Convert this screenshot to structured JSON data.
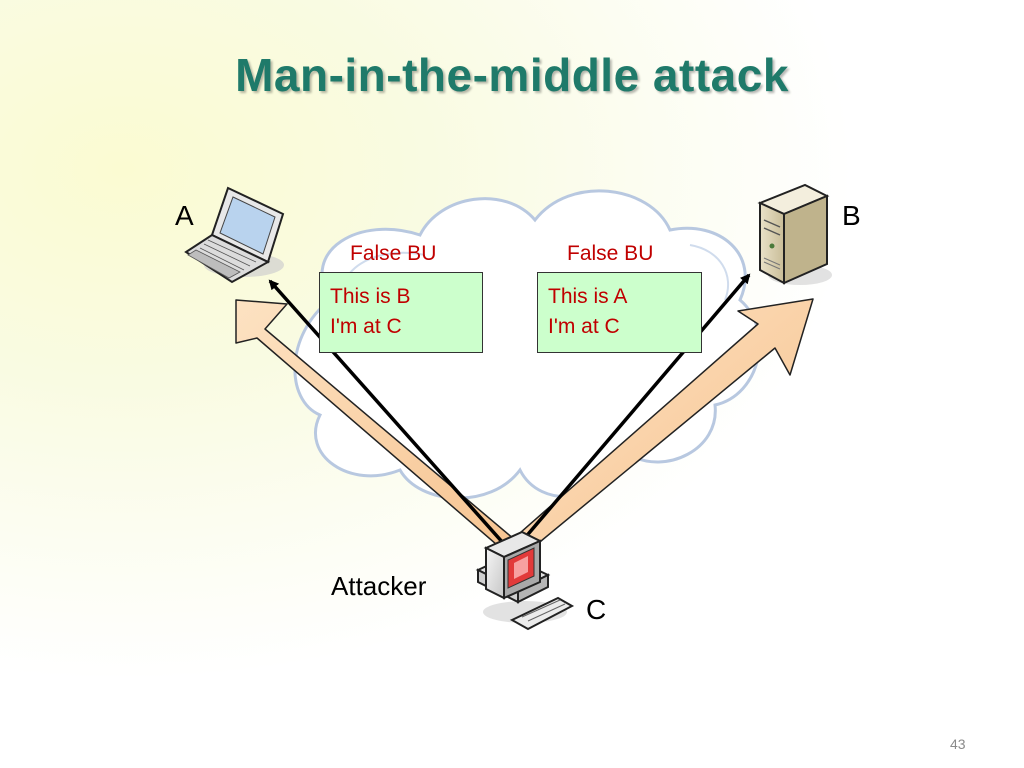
{
  "slide": {
    "title": "Man-in-the-middle attack",
    "page_number": "43"
  },
  "nodes": {
    "a": {
      "label": "A",
      "device": "laptop-icon"
    },
    "b": {
      "label": "B",
      "device": "server-icon"
    },
    "c": {
      "label": "C",
      "device": "desktop-computer-icon",
      "caption": "Attacker"
    }
  },
  "messages": [
    {
      "heading": "False BU",
      "line1": "This is B",
      "line2": "I'm at C"
    },
    {
      "heading": "False BU",
      "line1": "This is A",
      "line2": "I'm at C"
    }
  ],
  "colors": {
    "title": "#1f7a6a",
    "message_text": "#c00000",
    "message_box_fill": "#ccffcc",
    "wide_arrow_fill": "#fbd4a8",
    "cloud_stroke": "#b8c8e0"
  }
}
